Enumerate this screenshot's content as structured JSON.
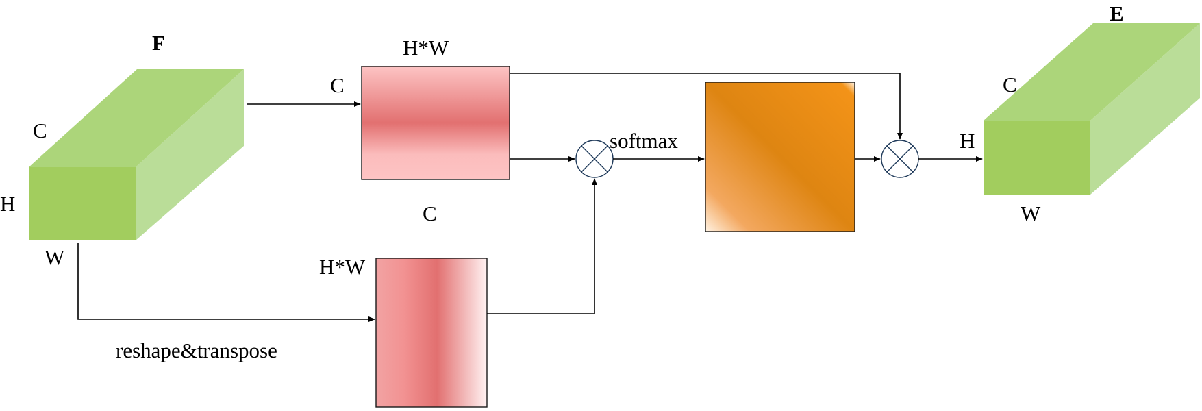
{
  "labels": {
    "input_tensor": "F",
    "output_tensor": "E",
    "input_c": "C",
    "input_h": "H",
    "input_w": "W",
    "query_c": "C",
    "query_hw": "H*W",
    "key_c": "C",
    "key_hw": "H*W",
    "softmax": "softmax",
    "output_c": "C",
    "output_h": "H",
    "output_w": "W",
    "reshape_transpose": "reshape&transpose"
  },
  "colors": {
    "cube_front": "#a2cd5e",
    "cube_top": "#acd57a",
    "cube_side": "#badd98",
    "matrix_pink_light": "#fdc4c4",
    "matrix_pink_dark": "#e27070",
    "attention_orange": "#f39318",
    "attention_dark": "#de8512",
    "attention_light": "#fcb872"
  }
}
